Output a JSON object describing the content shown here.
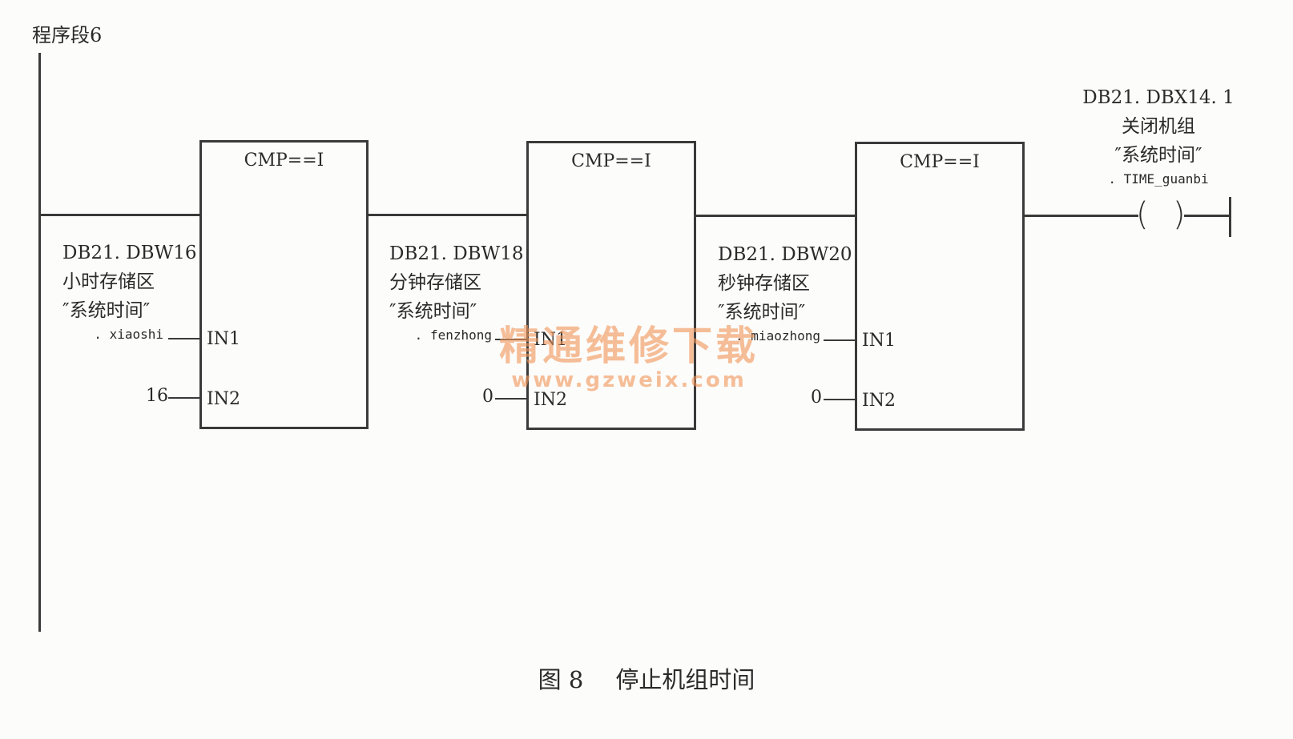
{
  "segment": {
    "title": "程序段6"
  },
  "comparators": [
    {
      "instruction": "CMP==I",
      "in1_pin": "IN1",
      "in2_pin": "IN2",
      "in1_address": "DB21. DBW16",
      "in1_comment": "小时存储区",
      "in1_symbol": "″系统时间″",
      "in1_member": ". xiaoshi",
      "in2_value": "16"
    },
    {
      "instruction": "CMP==I",
      "in1_pin": "IN1",
      "in2_pin": "IN2",
      "in1_address": "DB21. DBW18",
      "in1_comment": "分钟存储区",
      "in1_symbol": "″系统时间″",
      "in1_member": ". fenzhong",
      "in2_value": "0"
    },
    {
      "instruction": "CMP==I",
      "in1_pin": "IN1",
      "in2_pin": "IN2",
      "in1_address": "DB21. DBW20",
      "in1_comment": "秒钟存储区",
      "in1_symbol": "″系统时间″",
      "in1_member": ". miaozhong",
      "in2_value": "0"
    }
  ],
  "coil": {
    "address": "DB21. DBX14. 1",
    "comment": "关闭机组",
    "symbol": "″系统时间″",
    "member": ". TIME_guanbi",
    "left_paren": "(",
    "right_paren": ")"
  },
  "watermark": {
    "text": "精通维修下载",
    "url": "www.gzweix.com"
  },
  "caption": {
    "figure_label": "图 8",
    "title": "停止机组时间"
  }
}
